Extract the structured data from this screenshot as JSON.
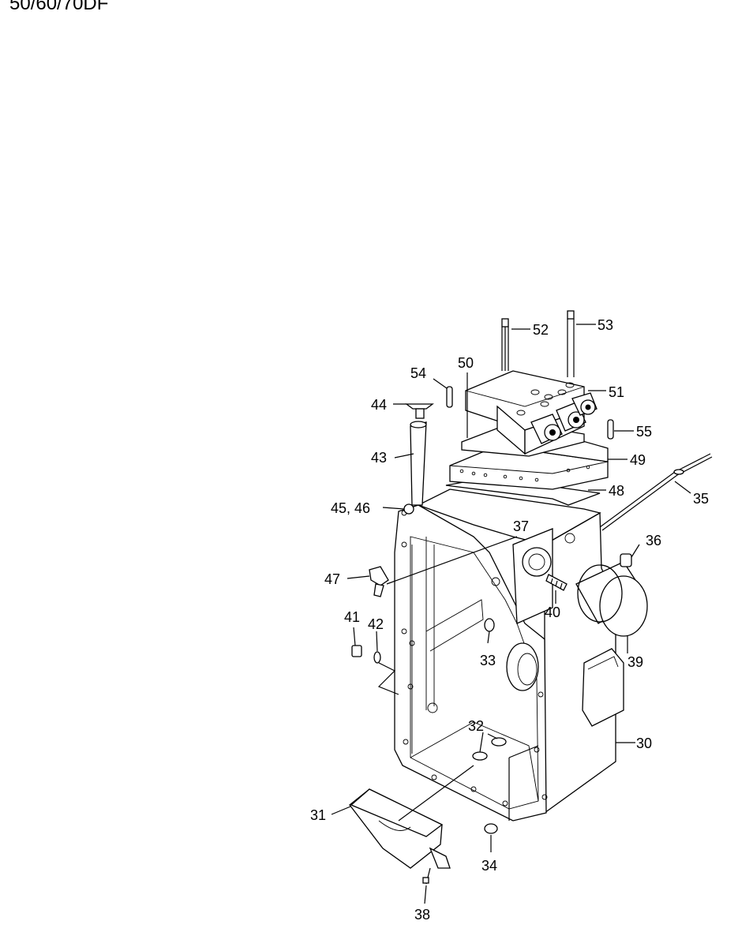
{
  "header": {
    "model_text": "50/60/70DF"
  },
  "callouts": [
    {
      "id": "c52",
      "text": "52"
    },
    {
      "id": "c53",
      "text": "53"
    },
    {
      "id": "c54",
      "text": "54"
    },
    {
      "id": "c50",
      "text": "50"
    },
    {
      "id": "c51",
      "text": "51"
    },
    {
      "id": "c44",
      "text": "44"
    },
    {
      "id": "c55",
      "text": "55"
    },
    {
      "id": "c43",
      "text": "43"
    },
    {
      "id": "c49",
      "text": "49"
    },
    {
      "id": "c35",
      "text": "35"
    },
    {
      "id": "c48",
      "text": "48"
    },
    {
      "id": "c4546",
      "text": "45, 46"
    },
    {
      "id": "c37",
      "text": "37"
    },
    {
      "id": "c36",
      "text": "36"
    },
    {
      "id": "c47",
      "text": "47"
    },
    {
      "id": "c40",
      "text": "40"
    },
    {
      "id": "c41",
      "text": "41"
    },
    {
      "id": "c42",
      "text": "42"
    },
    {
      "id": "c33",
      "text": "33"
    },
    {
      "id": "c39",
      "text": "39"
    },
    {
      "id": "c32",
      "text": "32"
    },
    {
      "id": "c30",
      "text": "30"
    },
    {
      "id": "c31",
      "text": "31"
    },
    {
      "id": "c34",
      "text": "34"
    },
    {
      "id": "c38",
      "text": "38"
    }
  ]
}
